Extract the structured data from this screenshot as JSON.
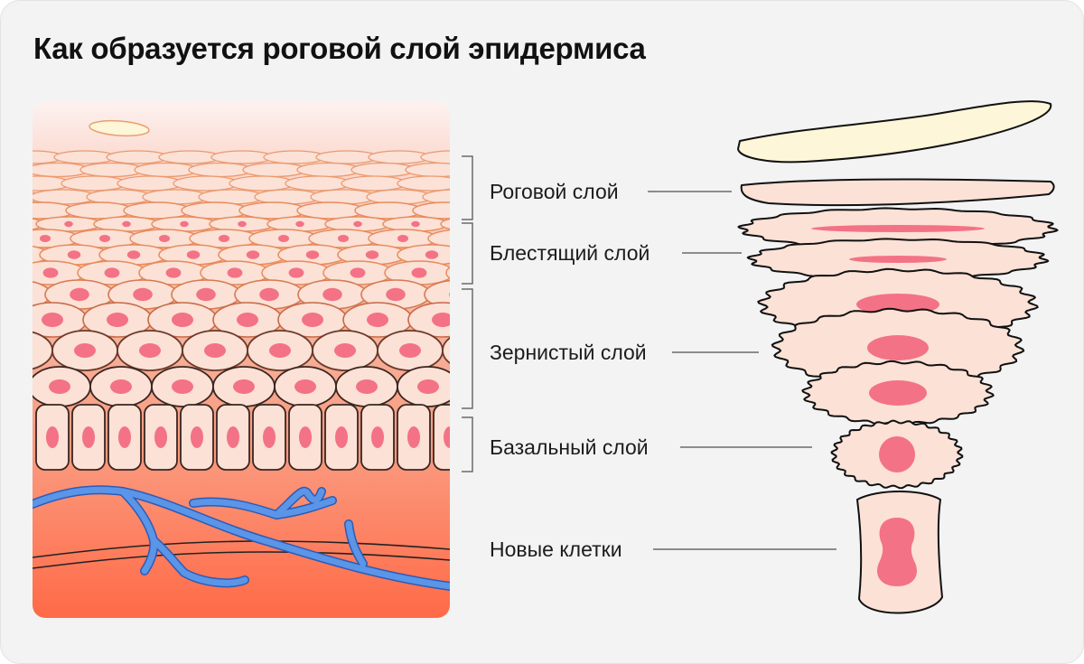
{
  "title": "Как образуется роговой слой эпидермиса",
  "colors": {
    "background": "#f3f3f3",
    "cell_fill": "#fbe1d6",
    "cell_outline": "#e88b5c",
    "nucleus": "#f47285",
    "corneocyte": "#fdf6d8",
    "vessel": "#5a95e8",
    "dermis_bottom": "#ff6a47"
  },
  "layers": [
    {
      "label": "Роговой слой"
    },
    {
      "label": "Блестящий слой"
    },
    {
      "label": "Зернистый слой"
    },
    {
      "label": "Базальный слой"
    },
    {
      "label": "Новые клетки"
    }
  ]
}
